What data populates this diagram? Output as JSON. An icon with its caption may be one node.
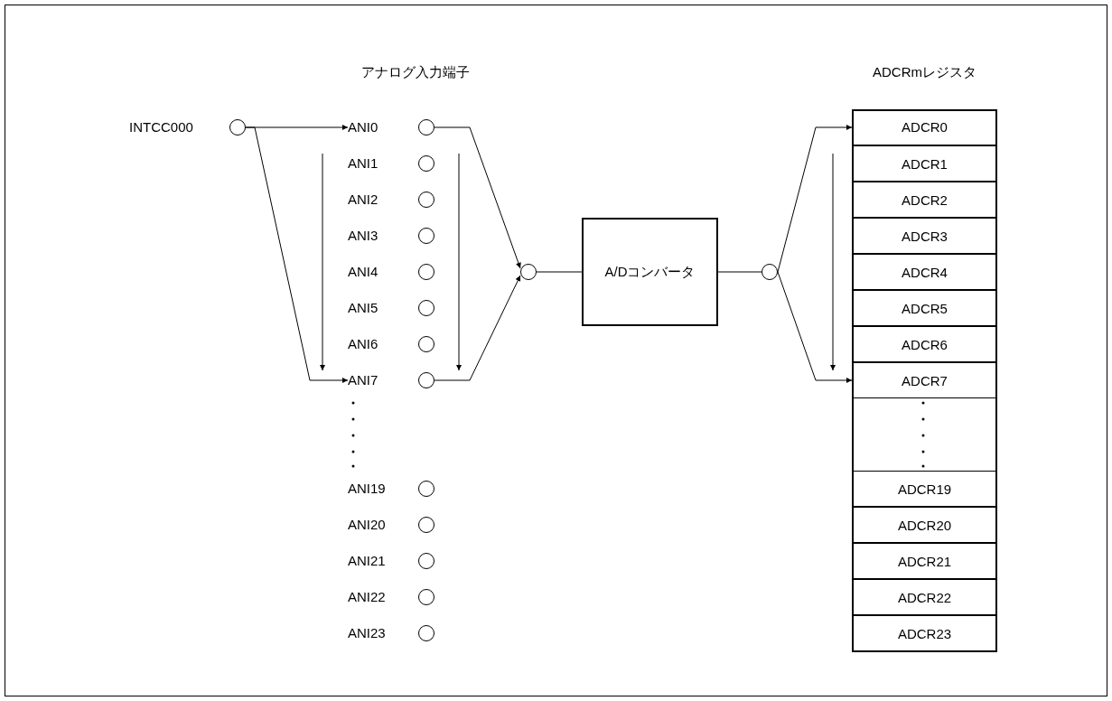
{
  "diagram": {
    "nodes": [
      {
        "text": [
          "INTCC000"
        ]
      },
      {
        "text": [
          "ANI0"
        ]
      },
      {
        "text": [
          "ANI1"
        ]
      },
      {
        "text": [
          "ANI2"
        ]
      },
      {
        "text": [
          "ANI3"
        ]
      },
      {
        "text": [
          "ANI4"
        ]
      },
      {
        "text": [
          "ANI5"
        ]
      },
      {
        "text": [
          "ANI6"
        ]
      },
      {
        "text": [
          "ANI7"
        ]
      },
      {
        "text": [
          "ANI19"
        ]
      },
      {
        "text": [
          "ANI20"
        ]
      },
      {
        "text": [
          "ANI21"
        ]
      },
      {
        "text": [
          "ANI22"
        ]
      },
      {
        "text": [
          "ANI23"
        ]
      },
      {
        "text": [],
        "shape": "circle"
      },
      {
        "text": [
          "A/Dコンバータ"
        ]
      },
      {
        "text": [],
        "shape": "circle"
      },
      {
        "text": [
          "ADCRmレジスタ"
        ]
      },
      {
        "text": [
          "ADCR0"
        ],
        "in": 17
      },
      {
        "text": [
          "ADCR1"
        ],
        "in": 17
      },
      {
        "text": [
          "ADCR2"
        ],
        "in": 17
      },
      {
        "text": [
          "ADCR3"
        ],
        "in": 17
      },
      {
        "text": [
          "ADCR4"
        ],
        "in": 17
      },
      {
        "text": [
          "ADCR5"
        ],
        "in": 17
      },
      {
        "text": [
          "ADCR6"
        ],
        "in": 17
      },
      {
        "text": [
          "ADCR7"
        ],
        "in": 17
      },
      {
        "text": [
          "ADCR19"
        ],
        "in": 17
      },
      {
        "text": [
          "ADCR20"
        ],
        "in": 17
      },
      {
        "text": [
          "ADCR21"
        ],
        "in": 17
      },
      {
        "text": [
          "ADCR22"
        ],
        "in": 17
      },
      {
        "text": [
          "ADCR23"
        ],
        "in": 17
      }
    ],
    "edges": [
      {
        "from": 0,
        "to": 1,
        "arrow": "to"
      },
      {
        "from": 0,
        "to": 8,
        "arrow": "to"
      },
      {
        "from": 1,
        "to": 14,
        "arrow": "to"
      },
      {
        "from": 8,
        "to": 14,
        "arrow": "to"
      },
      {
        "from": 14,
        "to": 15,
        "arrow": "none"
      },
      {
        "from": 15,
        "to": 16,
        "arrow": "none"
      },
      {
        "from": 16,
        "to": 18,
        "arrow": "to"
      },
      {
        "from": 16,
        "to": 25,
        "arrow": "to"
      }
    ],
    "labels": [
      "アナログ入力端子"
    ]
  }
}
